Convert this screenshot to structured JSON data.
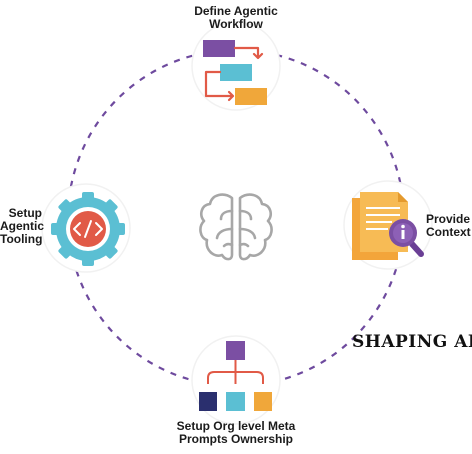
{
  "nodes": {
    "top": {
      "line1": "Define Agentic",
      "line2": "Workflow",
      "icon": "workflow-icon"
    },
    "right": {
      "line1": "Provide",
      "line2": "Context",
      "icon": "document-magnify-icon"
    },
    "bottom": {
      "line1": "Setup Org level Meta",
      "line2": "Prompts Ownership",
      "icon": "org-chart-icon"
    },
    "left": {
      "line1": "Setup",
      "line2": "Agentic",
      "line3": "Tooling",
      "icon": "code-gear-icon"
    }
  },
  "center_icon": "brain-icon",
  "side_title": "SHAPING AI",
  "colors": {
    "dashed_circle": "#6e4a9e",
    "purple": "#7b4fa3",
    "teal": "#5bbfd3",
    "orange": "#f0a73a",
    "red": "#e15a47",
    "navy": "#2a2f6e",
    "gray": "#a7a7a7"
  }
}
